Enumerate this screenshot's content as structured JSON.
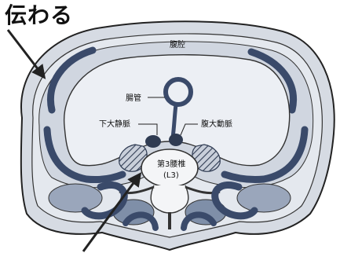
{
  "heading": "伝わる",
  "labels": {
    "cavity": "腹腔",
    "intestine": "腸管",
    "ivc": "下大静脈",
    "aorta": "腹大動脈",
    "vertebra_line1": "第3腰椎",
    "vertebra_line2": "(L3)"
  },
  "colors": {
    "outline": "#222222",
    "muscle_dark": "#3a4a6a",
    "muscle_mid": "#7f8fa8",
    "fill_light": "#d6dbe3",
    "fill_inner": "#e9ecf1",
    "bone": "#f4f5f7",
    "hatch": "#2f3b52"
  }
}
